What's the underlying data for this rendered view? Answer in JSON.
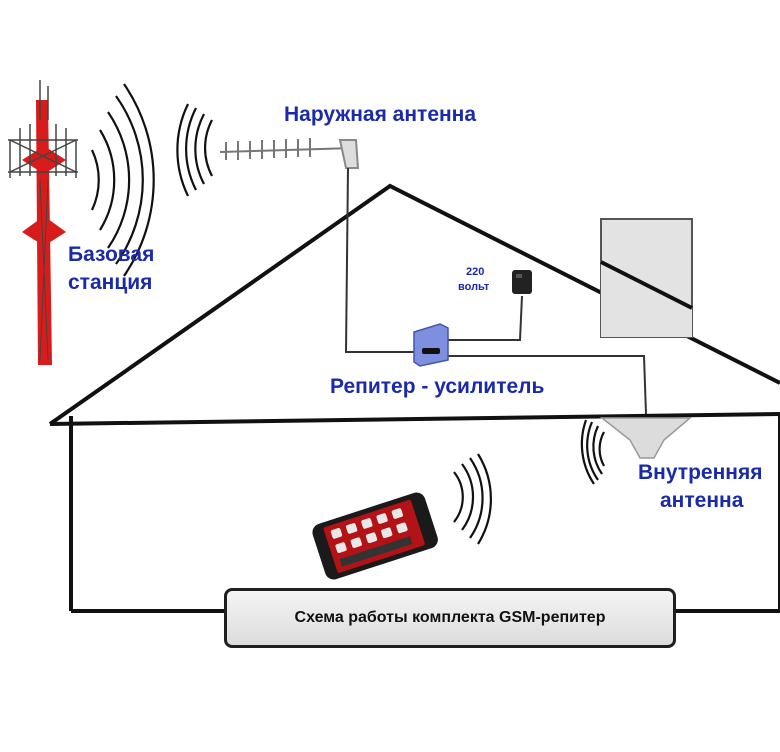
{
  "labels": {
    "outdoor_antenna": "Наружная антенна",
    "base_station_line1": "Базовая",
    "base_station_line2": "станция",
    "voltage_line1": "220",
    "voltage_line2": "вольт",
    "repeater": "Репитер - усилитель",
    "indoor_antenna_line1": "Внутренняя",
    "indoor_antenna_line2": "антенна",
    "caption": "Схема работы комплекта GSM-репитер"
  },
  "colors": {
    "label_text": "#1a2aa8",
    "tower_red": "#d81b1b",
    "house_outline": "#111111",
    "repeater_blue": "#7e8fe0",
    "cable": "#333333"
  },
  "icons": [
    "cell-tower-icon",
    "yagi-antenna-icon",
    "power-adapter-icon",
    "repeater-icon",
    "ceiling-antenna-icon",
    "smartphone-icon",
    "signal-waves-icon",
    "chimney-icon"
  ]
}
